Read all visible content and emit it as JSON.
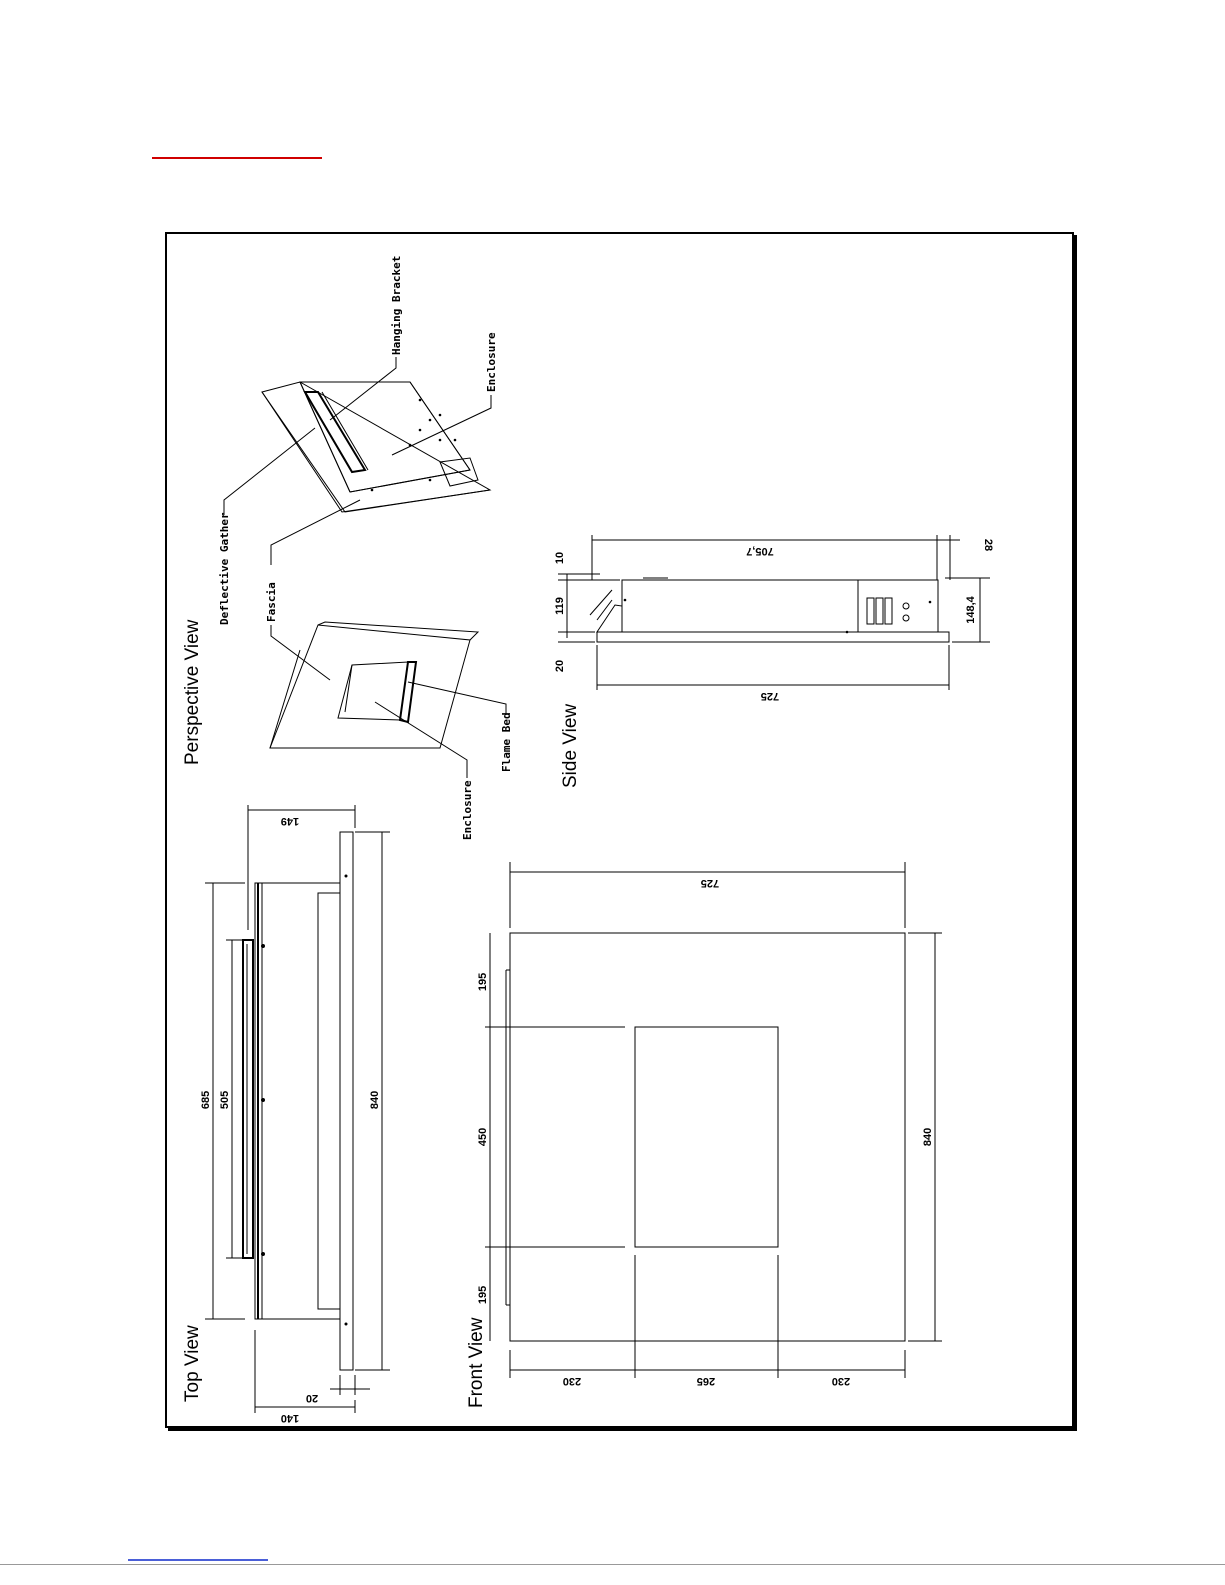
{
  "views": {
    "perspective": "Perspective View",
    "side": "Side View",
    "top": "Top View",
    "front": "Front View"
  },
  "callouts": {
    "hanging_bracket": "Hanging Bracket",
    "enclosure_back": "Enclosure",
    "deflective_gather": "Deflective Gather",
    "fascia": "Fascia",
    "enclosure_front": "Enclosure",
    "flame_bed": "Flame Bed"
  },
  "side_dims": {
    "d10": "10",
    "d119": "119",
    "d20": "20",
    "d705_7": "705,7",
    "d28": "28",
    "d148_4": "148,4",
    "d725": "725"
  },
  "top_dims": {
    "d149": "149",
    "d685": "685",
    "d505": "505",
    "d840": "840",
    "d20": "20",
    "d140": "140"
  },
  "front_dims": {
    "d725": "725",
    "d195_top": "195",
    "d450": "450",
    "d195_bottom": "195",
    "d840": "840",
    "d230_left": "230",
    "d265": "265",
    "d230_right": "230"
  },
  "colors": {
    "accent_rule": "#d00000",
    "link_rule": "#4a5fd8"
  }
}
